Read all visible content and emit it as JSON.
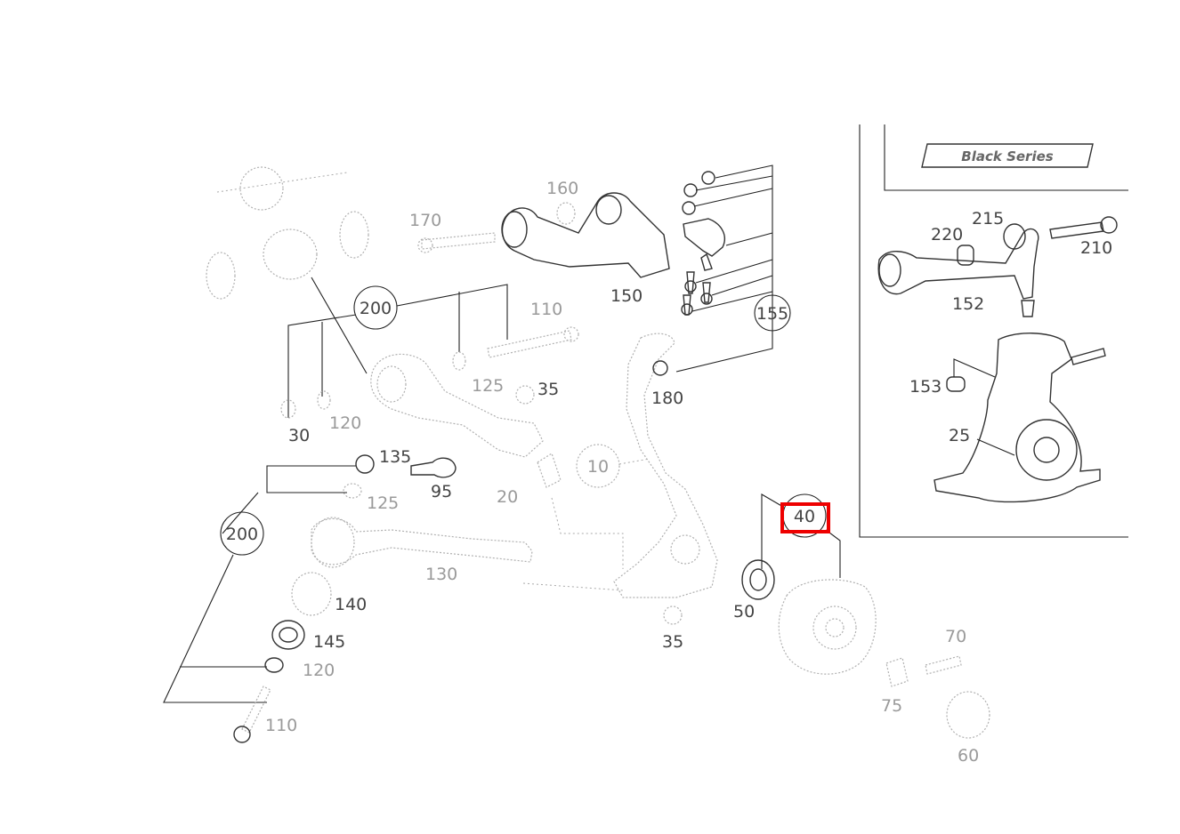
{
  "diagram": {
    "inset_badge": "Black Series",
    "highlighted_part": "40",
    "callouts": {
      "c160": "160",
      "c170": "170",
      "c150": "150",
      "c155": "155",
      "c110a": "110",
      "c200a": "200",
      "c180": "180",
      "c35a": "35",
      "c30": "30",
      "c120a": "120",
      "c125": "125",
      "c135": "135",
      "c95": "95",
      "c20": "20",
      "c10": "10",
      "c125b": "125",
      "c200b": "200",
      "c130": "130",
      "c140": "140",
      "c145": "145",
      "c120b": "120",
      "c110b": "110",
      "c40": "40",
      "c50": "50",
      "c35b": "35",
      "c70": "70",
      "c75": "75",
      "c60": "60",
      "c215": "215",
      "c220": "220",
      "c210": "210",
      "c152": "152",
      "c153": "153",
      "c25": "25"
    }
  }
}
